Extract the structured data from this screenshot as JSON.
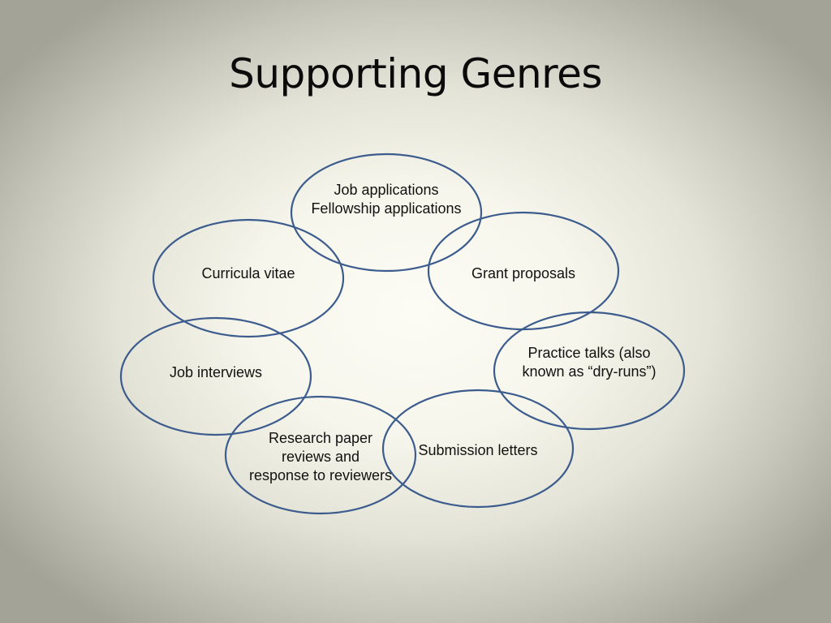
{
  "title": "Supporting Genres",
  "colors": {
    "outline": "#3d5c8e",
    "text": "#111111"
  },
  "nodes": [
    {
      "id": "job-applications",
      "lines": [
        "Job applications",
        "Fellowship applications"
      ]
    },
    {
      "id": "grant-proposals",
      "lines": [
        "Grant proposals"
      ]
    },
    {
      "id": "practice-talks",
      "lines": [
        "Practice talks (also",
        "known as “dry-runs”)"
      ]
    },
    {
      "id": "submission-letters",
      "lines": [
        "Submission letters"
      ]
    },
    {
      "id": "research-paper-reviews",
      "lines": [
        "Research paper",
        "reviews and",
        "response to reviewers"
      ]
    },
    {
      "id": "job-interviews",
      "lines": [
        "Job interviews"
      ]
    },
    {
      "id": "curricula-vitae",
      "lines": [
        "Curricula vitae"
      ]
    }
  ]
}
